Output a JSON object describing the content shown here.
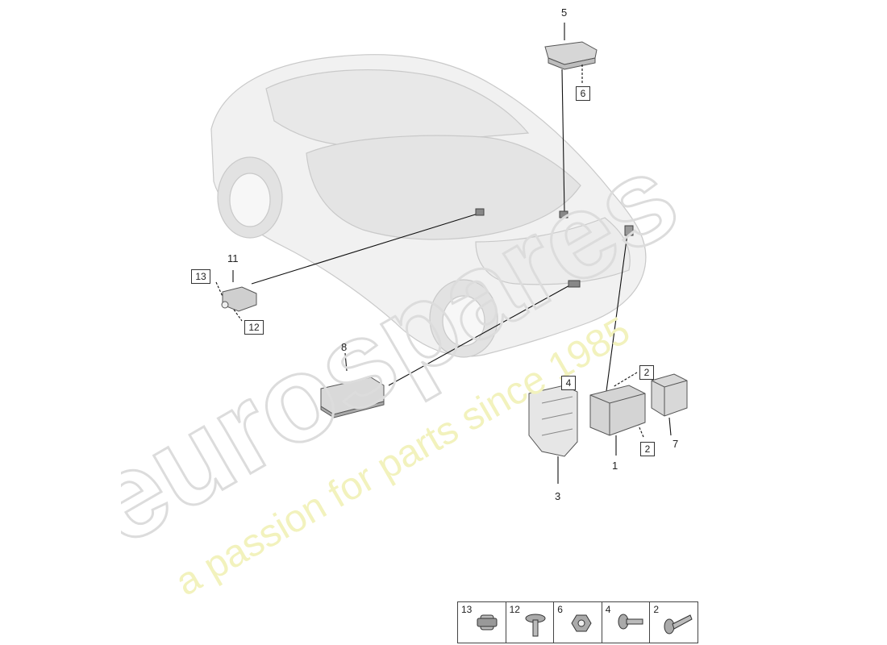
{
  "watermark": {
    "brand": "eurospares",
    "tagline": "a passion for parts since 1985",
    "brand_color": "#d9d9d9",
    "tagline_color": "#f0f0b0"
  },
  "callouts": {
    "n1": "1",
    "n3": "3",
    "n5": "5",
    "n7": "7",
    "n8": "8",
    "n11": "11",
    "b2a": "2",
    "b2b": "2",
    "b4": "4",
    "b6": "6",
    "b12": "12",
    "b13": "13"
  },
  "legend": {
    "items": [
      {
        "num": "13",
        "icon": "grommet-icon"
      },
      {
        "num": "12",
        "icon": "flange-screw-icon"
      },
      {
        "num": "6",
        "icon": "hex-nut-icon"
      },
      {
        "num": "4",
        "icon": "screw-icon"
      },
      {
        "num": "2",
        "icon": "bolt-icon"
      }
    ]
  }
}
